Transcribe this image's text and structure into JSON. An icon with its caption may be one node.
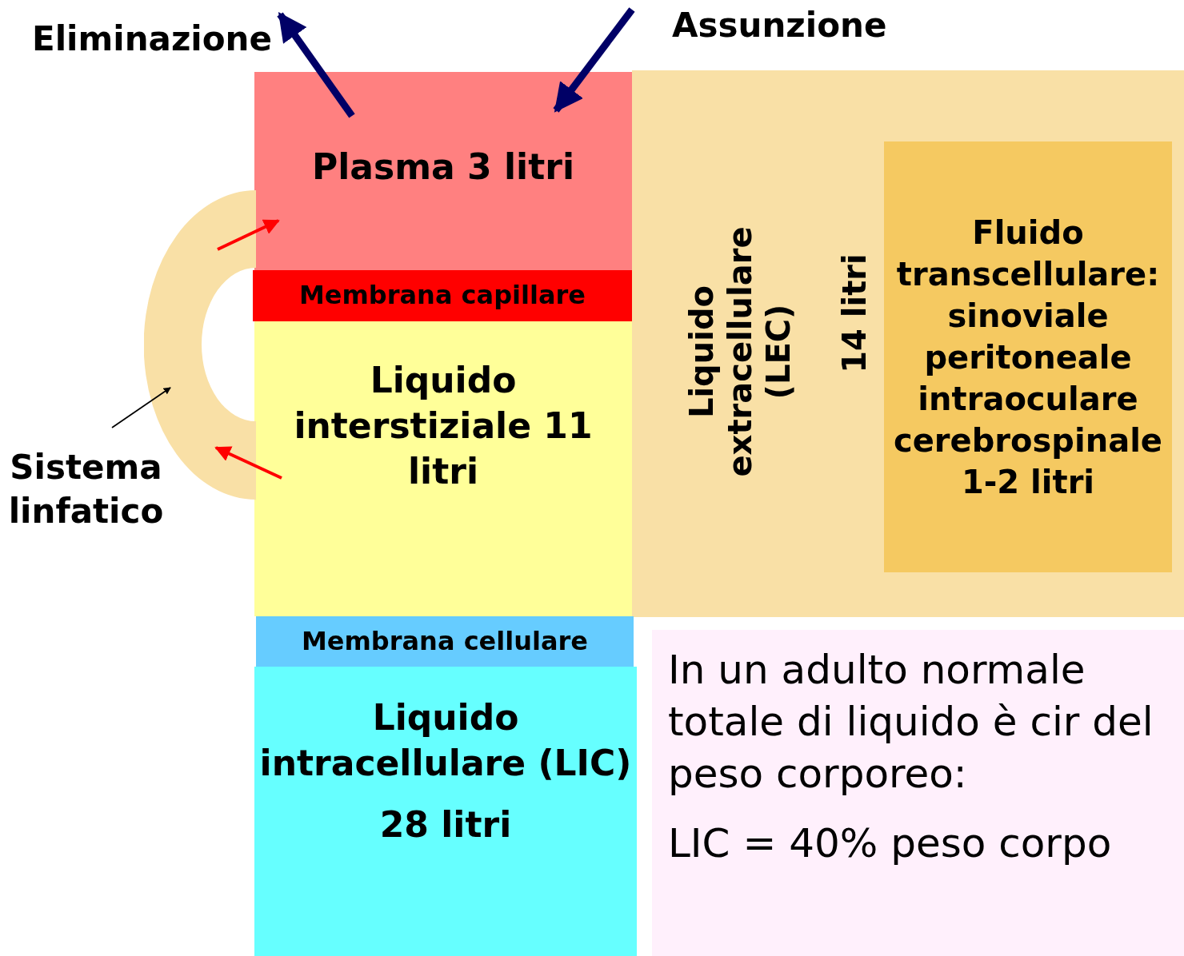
{
  "diagram": {
    "nodes": [
      {
        "text": [
          "Eliminazione"
        ]
      },
      {
        "text": [
          "Assunzione"
        ]
      },
      {
        "text": [
          "Plasma 3 litri"
        ]
      },
      {
        "text": [
          "Liquido extracellulare (LEC)",
          "14 litri"
        ]
      },
      {
        "text": [
          "Fluido transcellulare: sinoviale peritoneale intraoculare cerebrospinale 1-2 litri"
        ],
        "in": 3
      },
      {
        "text": [
          "Membrana capillare"
        ]
      },
      {
        "text": [
          "Liquido interstiziale 11 litri"
        ]
      },
      {
        "text": [
          "Sistema linfatico"
        ]
      },
      {
        "text": [],
        "shape": "arc"
      },
      {
        "text": [
          "Membrana cellulare"
        ]
      },
      {
        "text": [
          "Liquido intracellulare (LIC)",
          "28 litri"
        ]
      },
      {
        "text": [
          "In un adulto normale totale di liquido è cir del peso corporeo:",
          "LIC = 40% peso corpo"
        ]
      }
    ],
    "edges": [
      {
        "from": 2,
        "to": 0,
        "arrow": "to",
        "style": "thick",
        "color": "#000066"
      },
      {
        "from": 1,
        "to": 2,
        "arrow": "to",
        "style": "thick",
        "color": "#000066"
      },
      {
        "from": 8,
        "to": 2,
        "arrow": "to",
        "color": "#ff0000"
      },
      {
        "from": 6,
        "to": 8,
        "arrow": "to",
        "color": "#ff0000"
      },
      {
        "from": 7,
        "to": 8,
        "arrow": "to",
        "color": "#000000"
      }
    ]
  }
}
